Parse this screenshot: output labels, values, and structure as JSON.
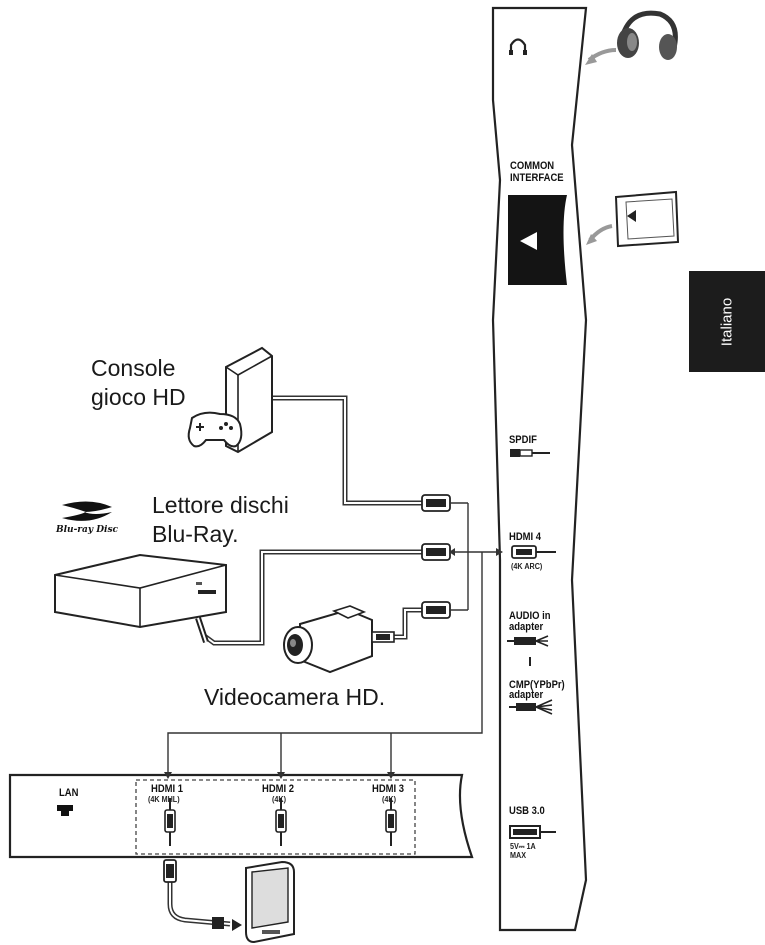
{
  "tab": {
    "label": "Italiano"
  },
  "devices": {
    "console": {
      "line1": "Console",
      "line2": "gioco HD"
    },
    "bluray": {
      "line1": "Lettore dischi",
      "line2": "Blu-Ray.",
      "logo_text": "Blu-ray Disc"
    },
    "camcorder": {
      "label": "Videocamera HD."
    }
  },
  "side_panel": {
    "common_interface": {
      "line1": "COMMON",
      "line2": "INTERFACE"
    },
    "spdif": "SPDIF",
    "hdmi4": {
      "label": "HDMI 4",
      "sub": "(4K ARC)"
    },
    "audio_in": {
      "line1": "AUDIO in",
      "line2": "adapter"
    },
    "cmp": {
      "line1": "CMP(YPbPr)",
      "line2": "adapter"
    },
    "usb": {
      "label": "USB 3.0",
      "rating1": "5V⎓ 1A",
      "rating2": "MAX"
    }
  },
  "bottom_panel": {
    "lan": "LAN",
    "hdmi1": {
      "label": "HDMI 1",
      "sub": "(4K MHL)"
    },
    "hdmi2": {
      "label": "HDMI 2",
      "sub": "(4K)"
    },
    "hdmi3": {
      "label": "HDMI 3",
      "sub": "(4K)"
    }
  },
  "icons": [
    "headphone-port-icon",
    "headphones-icon",
    "ci-card-icon",
    "arrow-left-icon",
    "lan-icon",
    "game-console-icon",
    "gamepad-icon",
    "bluray-player-icon",
    "camcorder-icon",
    "smartphone-icon",
    "hdmi-plug-icon",
    "usb-plug-icon",
    "spdif-plug-icon",
    "av-jack-icon"
  ]
}
